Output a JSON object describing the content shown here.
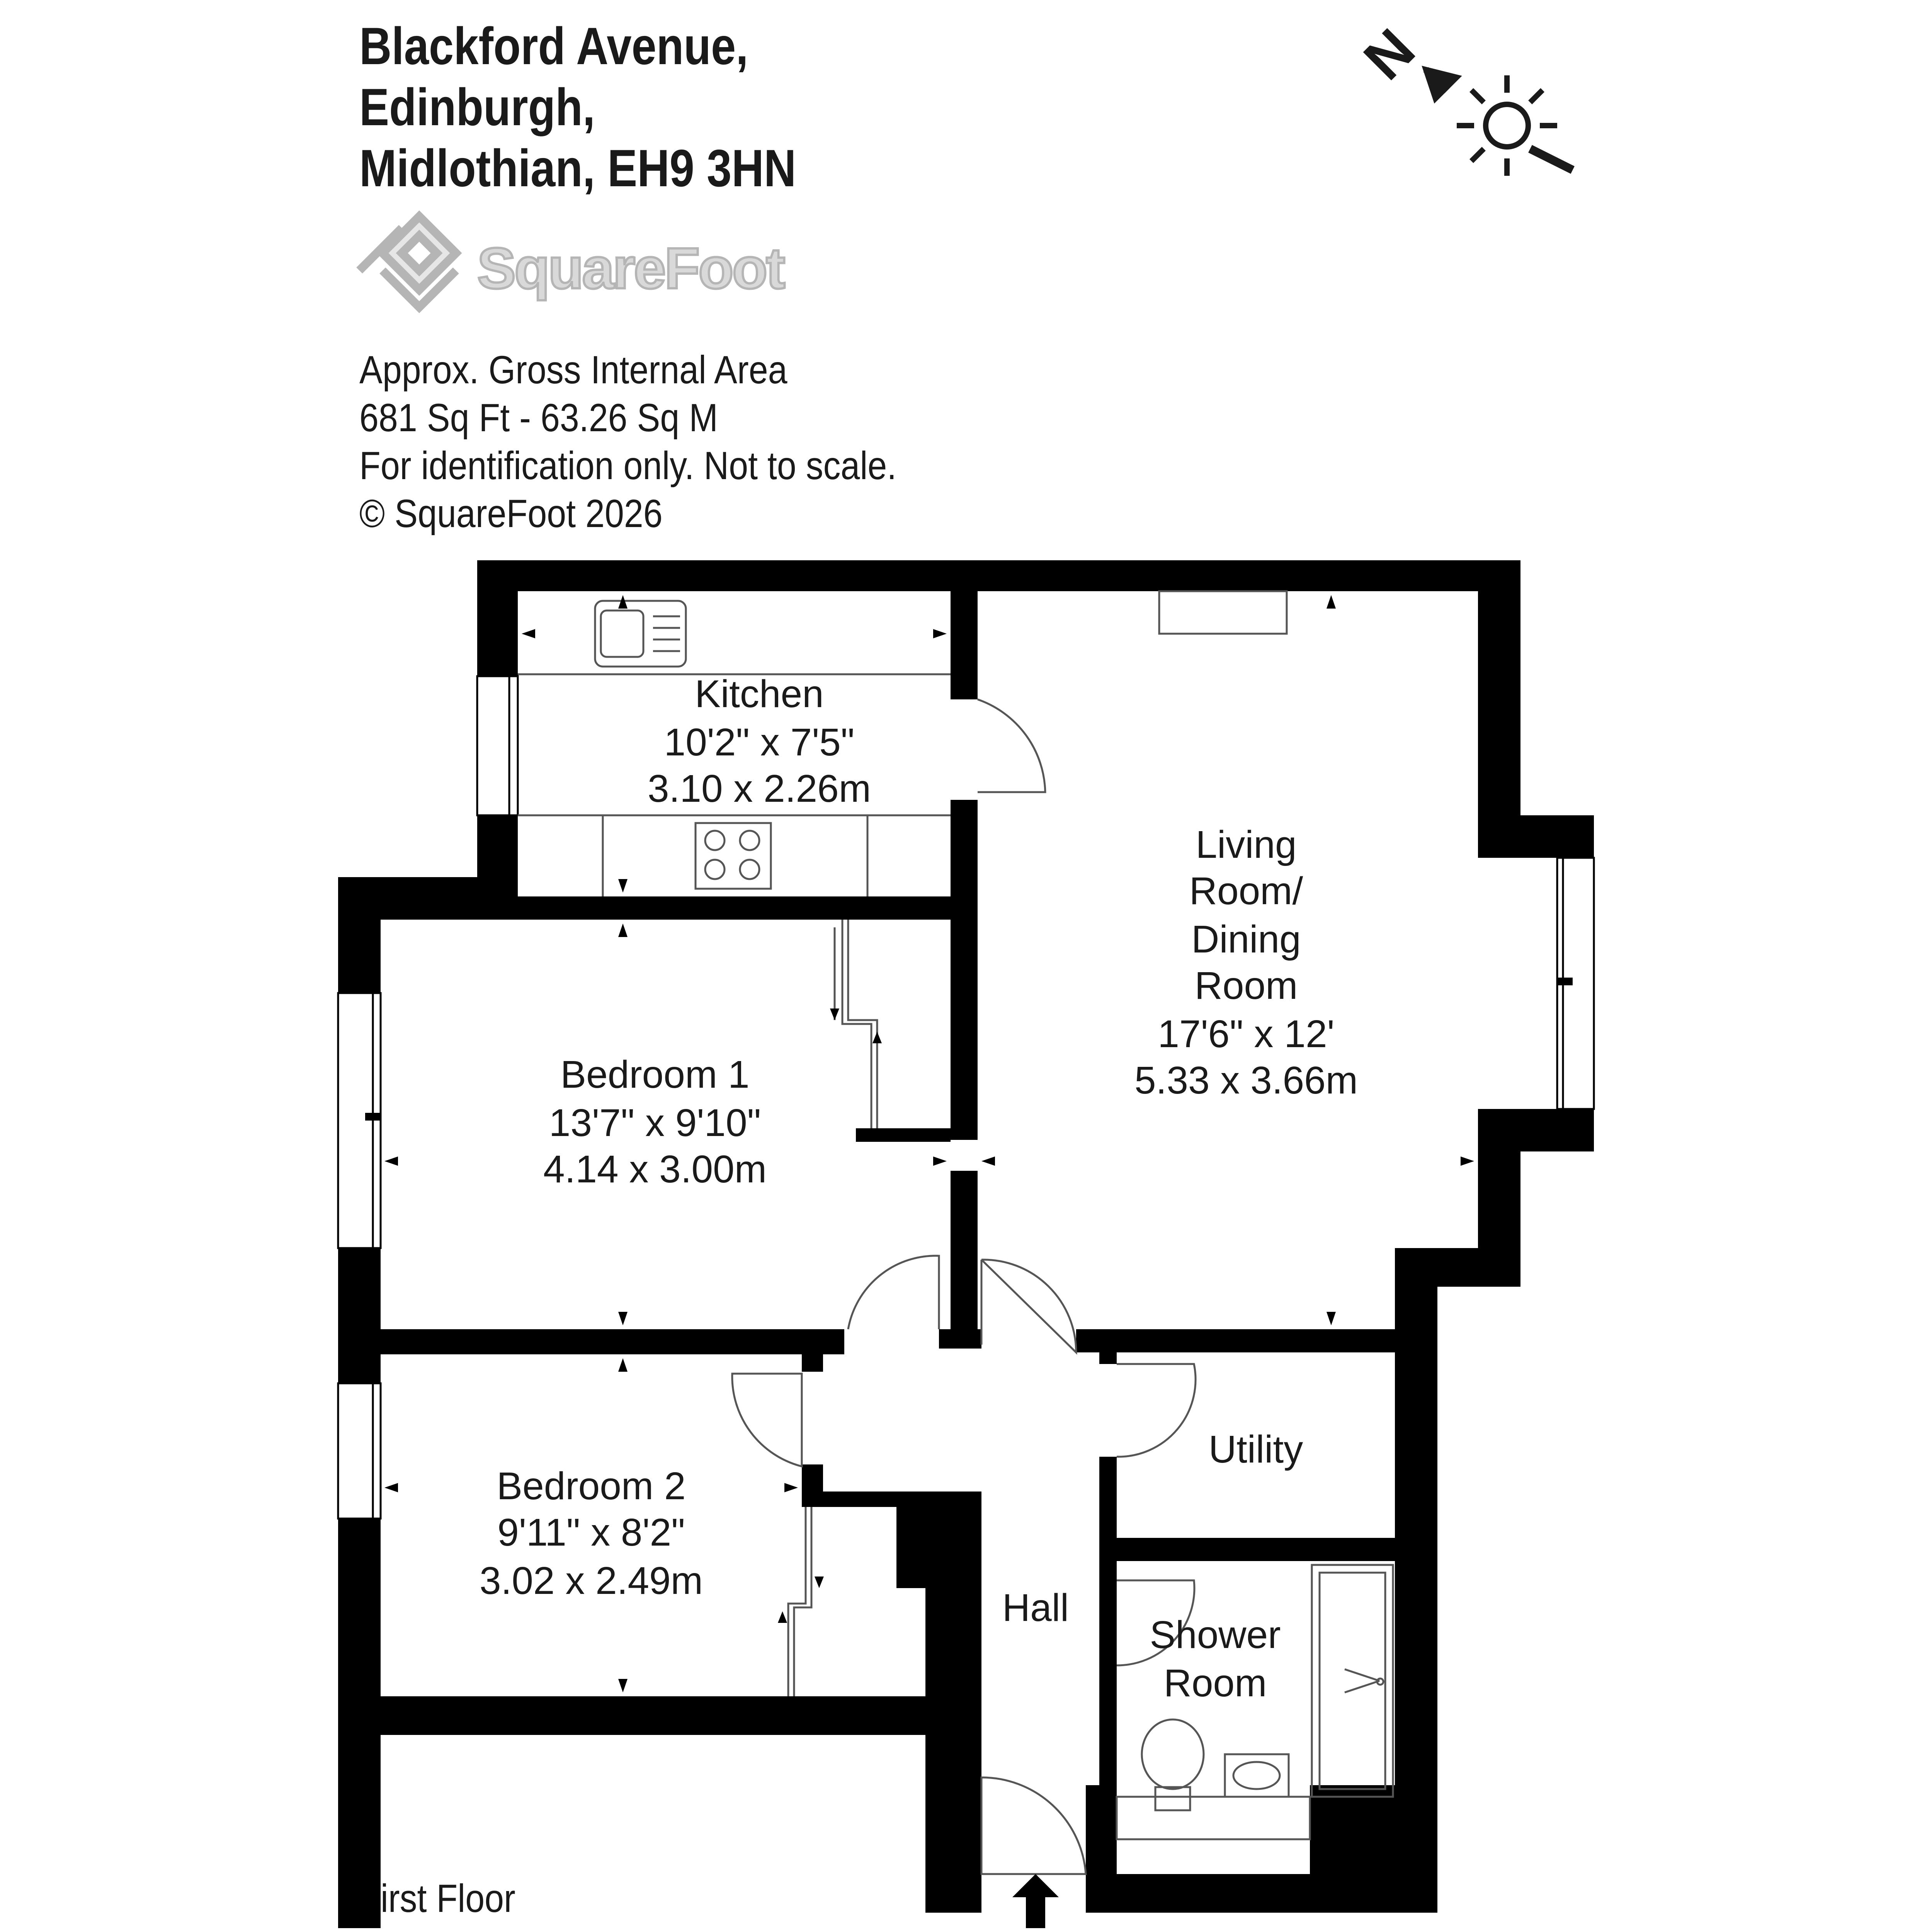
{
  "header": {
    "address_line1": "Blackford Avenue,",
    "address_line2": "Edinburgh,",
    "address_line3": "Midlothian, EH9 3HN"
  },
  "brand": {
    "name": "SquareFoot"
  },
  "info": {
    "area_label": "Approx. Gross Internal Area",
    "area_value": "681 Sq Ft  -  63.26 Sq M",
    "disclaimer": "For identification only. Not to scale.",
    "copyright": "© SquareFoot 2026"
  },
  "compass": {
    "north_label": "N"
  },
  "floor_label": "First Floor",
  "rooms": {
    "kitchen": {
      "name": "Kitchen",
      "imperial": "10'2\" x 7'5\"",
      "metric": "3.10 x 2.26m"
    },
    "living": {
      "name_line1": "Living",
      "name_line2": "Room/",
      "name_line3": "Dining",
      "name_line4": "Room",
      "imperial": "17'6\" x 12'",
      "metric": "5.33 x 3.66m"
    },
    "bedroom1": {
      "name": "Bedroom 1",
      "imperial": "13'7\" x 9'10\"",
      "metric": "4.14 x 3.00m"
    },
    "bedroom2": {
      "name": "Bedroom 2",
      "imperial": "9'11\" x 8'2\"",
      "metric": "3.02 x 2.49m"
    },
    "utility": {
      "name": "Utility"
    },
    "hall": {
      "name": "Hall"
    },
    "shower": {
      "name_line1": "Shower",
      "name_line2": "Room"
    }
  },
  "colors": {
    "wall": "#000000",
    "text": "#1a1a1a",
    "logo": "#b5b5b5",
    "background": "#ffffff"
  }
}
